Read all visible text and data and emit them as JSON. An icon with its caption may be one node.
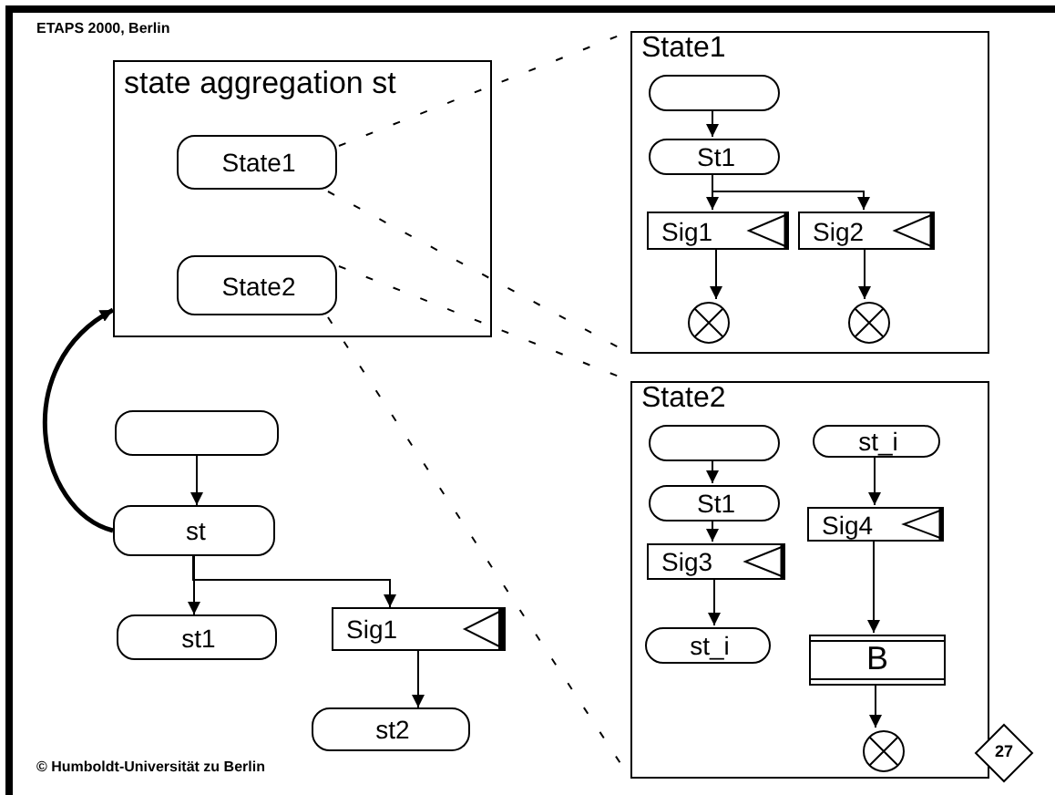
{
  "diagram": {
    "nodes": [
      {
        "text": [
          "state aggregation st"
        ]
      },
      {
        "text": [
          "State1"
        ],
        "in": 0
      },
      {
        "text": [
          "State2"
        ],
        "in": 0
      },
      {
        "text": [
          "State1"
        ]
      },
      {
        "text": [],
        "shape": "box",
        "in": 3
      },
      {
        "text": [
          "St1"
        ],
        "in": 3
      },
      {
        "text": [
          "Sig1"
        ],
        "in": 3
      },
      {
        "text": [
          "Sig2"
        ],
        "in": 3
      },
      {
        "text": [],
        "shape": "circle",
        "in": 3
      },
      {
        "text": [],
        "shape": "circle",
        "in": 3
      },
      {
        "text": [
          "State2"
        ]
      },
      {
        "text": [],
        "shape": "box",
        "in": 10
      },
      {
        "text": [
          "St1"
        ],
        "in": 10
      },
      {
        "text": [
          "Sig3"
        ],
        "in": 10
      },
      {
        "text": [
          "st_i"
        ],
        "in": 10
      },
      {
        "text": [
          "st_i"
        ],
        "in": 10
      },
      {
        "text": [
          "Sig4"
        ],
        "in": 10
      },
      {
        "text": [
          "B"
        ],
        "in": 10
      },
      {
        "text": [],
        "shape": "circle",
        "in": 10
      },
      {
        "text": [],
        "shape": "box"
      },
      {
        "text": [
          "st"
        ]
      },
      {
        "text": [
          "st1"
        ]
      },
      {
        "text": [
          "Sig1"
        ]
      },
      {
        "text": [
          "st2"
        ]
      },
      {
        "text": [
          "27"
        ]
      }
    ],
    "edges": [
      {
        "from": 4,
        "to": 5,
        "arrow": "to"
      },
      {
        "from": 5,
        "to": 6,
        "arrow": "to"
      },
      {
        "from": 5,
        "to": 7,
        "arrow": "to"
      },
      {
        "from": 6,
        "to": 8,
        "arrow": "to"
      },
      {
        "from": 7,
        "to": 9,
        "arrow": "to"
      },
      {
        "from": 11,
        "to": 12,
        "arrow": "to"
      },
      {
        "from": 12,
        "to": 13,
        "arrow": "to"
      },
      {
        "from": 13,
        "to": 14,
        "arrow": "to"
      },
      {
        "from": 15,
        "to": 16,
        "arrow": "to"
      },
      {
        "from": 16,
        "to": 17,
        "arrow": "to"
      },
      {
        "from": 17,
        "to": 18,
        "arrow": "to"
      },
      {
        "from": 19,
        "to": 20,
        "arrow": "to"
      },
      {
        "from": 20,
        "to": 21,
        "arrow": "to"
      },
      {
        "from": 20,
        "to": 22,
        "arrow": "to"
      },
      {
        "from": 22,
        "to": 23,
        "arrow": "to"
      },
      {
        "from": 20,
        "to": 0,
        "arrow": "to",
        "style": "thick"
      },
      {
        "from": 1,
        "to": 3,
        "arrow": "none",
        "style": "dashed"
      },
      {
        "from": 1,
        "to": 3,
        "arrow": "none",
        "style": "dashed"
      },
      {
        "from": 2,
        "to": 10,
        "arrow": "none",
        "style": "dashed"
      },
      {
        "from": 2,
        "to": 10,
        "arrow": "none",
        "style": "dashed"
      }
    ],
    "labels": [
      "ETAPS 2000, Berlin",
      "© Humboldt-Universität zu Berlin"
    ]
  }
}
